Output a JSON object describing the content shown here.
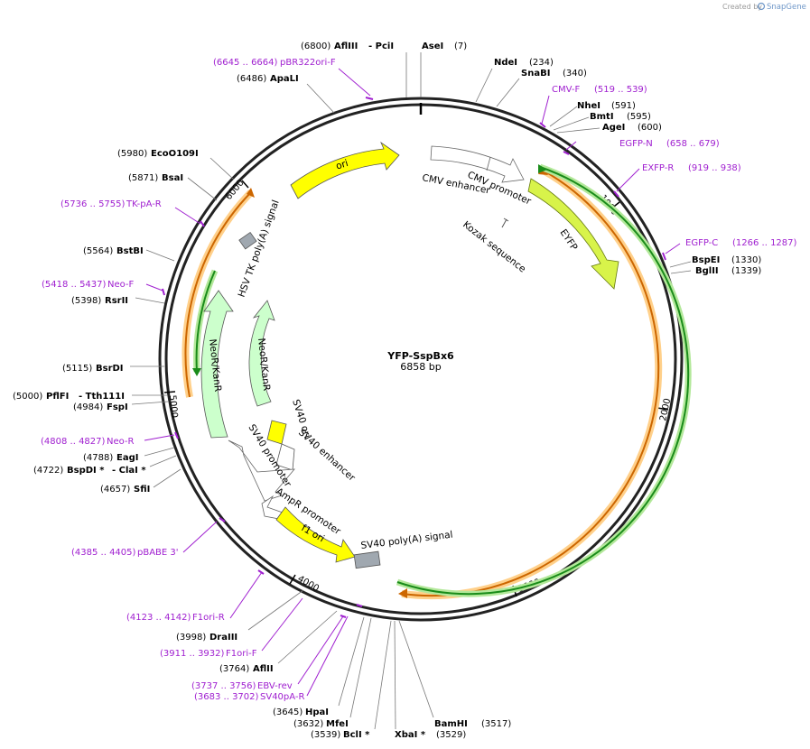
{
  "brand": {
    "prefix": "Created by",
    "name": "SnapGene"
  },
  "plasmid": {
    "name": "YFP-SspBx6",
    "length": "6858 bp"
  },
  "ticks": [
    "1000",
    "2000",
    "3000",
    "4000",
    "5000",
    "6000"
  ],
  "sites": [
    {
      "pos": "(6800)",
      "name": "AflIII",
      "extra": "- PciI"
    },
    {
      "pos": "(7)",
      "name": "AseI"
    },
    {
      "pos": "(234)",
      "name": "NdeI"
    },
    {
      "pos": "(340)",
      "name": "SnaBI"
    },
    {
      "pos": "(591)",
      "name": "NheI"
    },
    {
      "pos": "(595)",
      "name": "BmtI"
    },
    {
      "pos": "(600)",
      "name": "AgeI"
    },
    {
      "pos": "(1330)",
      "name": "BspEI"
    },
    {
      "pos": "(1339)",
      "name": "BglII"
    },
    {
      "pos": "(3517)",
      "name": "BamHI"
    },
    {
      "pos": "(3529)",
      "name": "XbaI *"
    },
    {
      "pos": "(3539)",
      "name": "BclI *"
    },
    {
      "pos": "(3632)",
      "name": "MfeI"
    },
    {
      "pos": "(3645)",
      "name": "HpaI"
    },
    {
      "pos": "(3764)",
      "name": "AflII"
    },
    {
      "pos": "(3998)",
      "name": "DraIII"
    },
    {
      "pos": "(4657)",
      "name": "SfiI"
    },
    {
      "pos": "(4722)",
      "name": "BspDI *",
      "extra": "- ClaI *"
    },
    {
      "pos": "(4788)",
      "name": "EagI"
    },
    {
      "pos": "(4984)",
      "name": "FspI"
    },
    {
      "pos": "(5000)",
      "name": "PflFI",
      "extra": "- Tth111I"
    },
    {
      "pos": "(5115)",
      "name": "BsrDI"
    },
    {
      "pos": "(5398)",
      "name": "RsrII"
    },
    {
      "pos": "(5564)",
      "name": "BstBI"
    },
    {
      "pos": "(5871)",
      "name": "BsaI"
    },
    {
      "pos": "(5980)",
      "name": "EcoO109I"
    },
    {
      "pos": "(6486)",
      "name": "ApaLI"
    }
  ],
  "primers": [
    {
      "range": "(6645 .. 6664)",
      "name": "pBR322ori-F"
    },
    {
      "range": "(519 .. 539)",
      "name": "CMV-F"
    },
    {
      "range": "(658 .. 679)",
      "name": "EGFP-N"
    },
    {
      "range": "(919 .. 938)",
      "name": "EXFP-R"
    },
    {
      "range": "(1266 .. 1287)",
      "name": "EGFP-C"
    },
    {
      "range": "(4385 .. 4405)",
      "name": "pBABE 3'"
    },
    {
      "range": "(4123 .. 4142)",
      "name": "F1ori-R"
    },
    {
      "range": "(3911 .. 3932)",
      "name": "F1ori-F"
    },
    {
      "range": "(3737 .. 3756)",
      "name": "EBV-rev"
    },
    {
      "range": "(3683 .. 3702)",
      "name": "SV40pA-R"
    },
    {
      "range": "(4808 .. 4827)",
      "name": "Neo-R"
    },
    {
      "range": "(5418 .. 5437)",
      "name": "Neo-F"
    },
    {
      "range": "(5736 .. 5755)",
      "name": "TK-pA-R"
    }
  ],
  "features": {
    "ori": "ori",
    "cmv_enhancer": "CMV enhancer",
    "cmv_promoter": "CMV promoter",
    "kozak": "Kozak sequence",
    "eyfp": "EYFP",
    "hsv": "HSV TK poly(A) signal",
    "neor_outer": "NeoR/KanR",
    "neor_inner": "NeoR/KanR",
    "sv40_ori": "SV40 ori",
    "sv40_enhancer": "SV40 enhancer",
    "sv40_promoter": "SV40 promoter",
    "ampr_promoter": "AmpR promoter",
    "f1_ori": "f1 ori",
    "sv40_polya": "SV40 poly(A) signal"
  },
  "colors": {
    "ori": "#ffff00",
    "eyfp": "#d8f34a",
    "neor": "#ccffcc",
    "orf_line": "#1a8c1a",
    "orf_highlight": "#b3e89a",
    "orange_line": "#cc6600",
    "orange_highlight": "#ffd08a",
    "primer": "#a020d0",
    "polya": "#a0a8b0"
  }
}
